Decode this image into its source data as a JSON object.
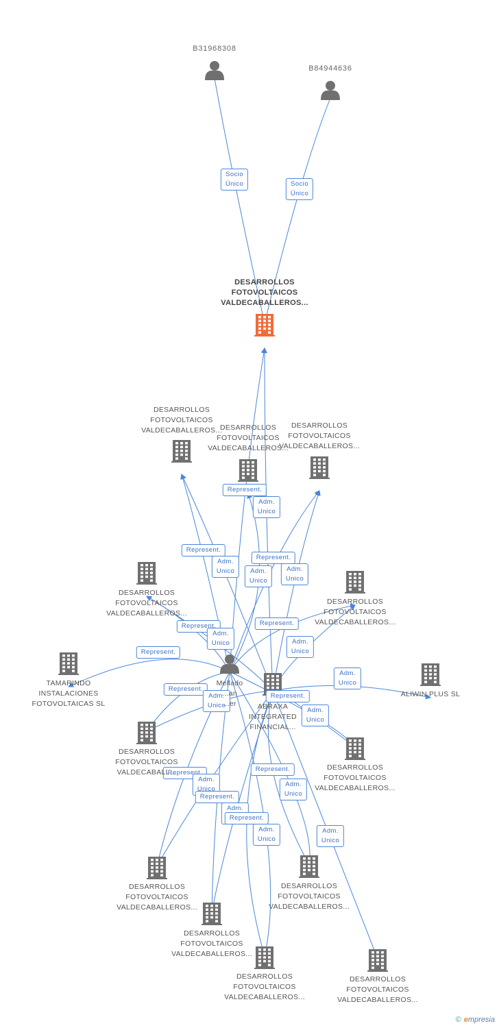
{
  "colors": {
    "edge": "#4a86d8",
    "node": "#707070",
    "focus": "#f26b3a"
  },
  "nodes": [
    {
      "id": "b1",
      "kind": "person",
      "lines": [
        "B31968308"
      ]
    },
    {
      "id": "b2",
      "kind": "person",
      "lines": [
        "B84944636"
      ]
    },
    {
      "id": "main",
      "kind": "focus",
      "lines": [
        "DESARROLLOS",
        "FOTOVOLTAICOS",
        "VALDECABALLEROS..."
      ]
    },
    {
      "id": "c1",
      "kind": "company",
      "lines": [
        "DESARROLLOS",
        "FOTOVOLTAICOS",
        "VALDECABALLEROS..."
      ]
    },
    {
      "id": "c2",
      "kind": "company",
      "lines": [
        "DESARROLLOS",
        "FOTOVOLTAICOS",
        "VALDECABALLEROS..."
      ]
    },
    {
      "id": "c3",
      "kind": "company",
      "lines": [
        "DESARROLLOS",
        "FOTOVOLTAICOS",
        "VALDECABALLEROS..."
      ]
    },
    {
      "id": "c4",
      "kind": "company",
      "lines": [
        "DESARROLLOS",
        "FOTOVOLTAICOS",
        "VALDECABALLEROS..."
      ]
    },
    {
      "id": "c5",
      "kind": "company",
      "lines": [
        "DESARROLLOS",
        "FOTOVOLTAICOS",
        "VALDECABALLEROS..."
      ]
    },
    {
      "id": "tam",
      "kind": "company",
      "lines": [
        "TAMARINDO",
        "INSTALACIONES",
        "FOTOVOLTAICAS SL"
      ]
    },
    {
      "id": "pm",
      "kind": "person",
      "lines": [
        "Mellado",
        "...an",
        "...er"
      ]
    },
    {
      "id": "abr",
      "kind": "company",
      "lines": [
        "ABRAXA",
        "INTEGRATED",
        "FINANCIAL..."
      ]
    },
    {
      "id": "ali",
      "kind": "company",
      "lines": [
        "ALIWIN PLUS SL"
      ]
    },
    {
      "id": "c6",
      "kind": "company",
      "lines": [
        "DESARROLLOS",
        "FOTOVOLTAICOS",
        "VALDECABALL..."
      ]
    },
    {
      "id": "c7",
      "kind": "company",
      "lines": [
        "DESARROLLOS",
        "FOTOVOLTAICOS",
        "VALDECABALLEROS..."
      ]
    },
    {
      "id": "c8",
      "kind": "company",
      "lines": [
        "DESARROLLOS",
        "FOTOVOLTAICOS",
        "VALDECABALLEROS..."
      ]
    },
    {
      "id": "c9",
      "kind": "company",
      "lines": [
        "DESARROLLOS",
        "FOTOVOLTAICOS",
        "VALDECABALLEROS..."
      ]
    },
    {
      "id": "c10",
      "kind": "company",
      "lines": [
        "DESARROLLOS",
        "FOTOVOLTAICOS",
        "VALDECABALLEROS..."
      ]
    },
    {
      "id": "c11",
      "kind": "company",
      "lines": [
        "DESARROLLOS",
        "FOTOVOLTAICOS",
        "VALDECABALLEROS..."
      ]
    },
    {
      "id": "c12",
      "kind": "company",
      "lines": [
        "DESARROLLOS",
        "FOTOVOLTAICOS",
        "VALDECABALLEROS..."
      ]
    }
  ],
  "edges": [
    {
      "from": "b1",
      "to": "main",
      "label": [
        "Socio",
        "Único"
      ]
    },
    {
      "from": "b2",
      "to": "main",
      "label": [
        "Socio",
        "Único"
      ]
    },
    {
      "from": "pm",
      "to": "main",
      "label": [
        "Represent."
      ]
    },
    {
      "from": "abr",
      "to": "main",
      "label": [
        "Adm.",
        "Unico"
      ]
    },
    {
      "from": "pm",
      "to": "c1",
      "label": [
        "Represent."
      ]
    },
    {
      "from": "abr",
      "to": "c1",
      "label": [
        "Adm.",
        "Unico"
      ]
    },
    {
      "from": "pm",
      "to": "c3",
      "label": [
        "Represent."
      ]
    },
    {
      "from": "abr",
      "to": "c3",
      "label": [
        "Adm.",
        "Unico"
      ]
    },
    {
      "from": "pm",
      "to": "c2",
      "label": [
        "Adm.",
        "Unico"
      ]
    },
    {
      "from": "pm",
      "to": "c4",
      "label": [
        "Represent."
      ]
    },
    {
      "from": "abr",
      "to": "c4",
      "label": [
        "Adm.",
        "Unico"
      ]
    },
    {
      "from": "pm",
      "to": "c5",
      "label": [
        "Represent."
      ]
    },
    {
      "from": "abr",
      "to": "c5",
      "label": [
        "Adm.",
        "Unico"
      ]
    },
    {
      "from": "pm",
      "to": "tam",
      "label": [
        "Represent."
      ]
    },
    {
      "from": "abr",
      "to": "ali",
      "label": [
        "Adm.",
        "Unico"
      ]
    },
    {
      "from": "pm",
      "to": "c6",
      "label": [
        "Represent."
      ]
    },
    {
      "from": "abr",
      "to": "c6",
      "label": [
        "Adm.",
        "Unico"
      ]
    },
    {
      "from": "abr",
      "to": "c7",
      "label": [
        "Represent."
      ]
    },
    {
      "from": "pm",
      "to": "c7",
      "label": [
        "Adm.",
        "Unico"
      ]
    },
    {
      "from": "pm",
      "to": "c8",
      "label": [
        "Represent."
      ]
    },
    {
      "from": "abr",
      "to": "c8",
      "label": [
        "Adm.",
        "Unico"
      ]
    },
    {
      "from": "abr",
      "to": "c9",
      "label": [
        "Represent."
      ]
    },
    {
      "from": "pm",
      "to": "c9",
      "label": [
        "Adm.",
        "Unico"
      ]
    },
    {
      "from": "pm",
      "to": "c10",
      "label": [
        "Represent."
      ]
    },
    {
      "from": "abr",
      "to": "c10",
      "label": [
        "Adm.",
        "Unico"
      ]
    },
    {
      "from": "abr",
      "to": "c11",
      "label": [
        "Represent."
      ]
    },
    {
      "from": "pm",
      "to": "c11",
      "label": [
        "Adm.",
        "Unico"
      ]
    },
    {
      "from": "abr",
      "to": "c12",
      "label": [
        "Adm.",
        "Unico"
      ]
    }
  ],
  "footer": {
    "copyright": "©",
    "brand_initial": "e",
    "brand_rest": "mpresia"
  }
}
